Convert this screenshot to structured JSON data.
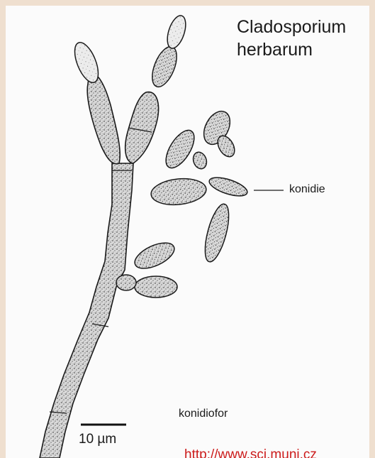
{
  "title": {
    "line1": "Cladosporium",
    "line2": "herbarum"
  },
  "labels": {
    "conidia": "konidie",
    "conidiophore": "konidiofor",
    "scale_bar": "10 µm"
  },
  "source_url": "http://www.sci.muni.cz",
  "colors": {
    "page_border": "#efdfcf",
    "background": "#fbfbfb",
    "ink": "#1a1a1a",
    "stipple_fill": "#d6d6d6",
    "url_red": "#cc1b1b"
  }
}
